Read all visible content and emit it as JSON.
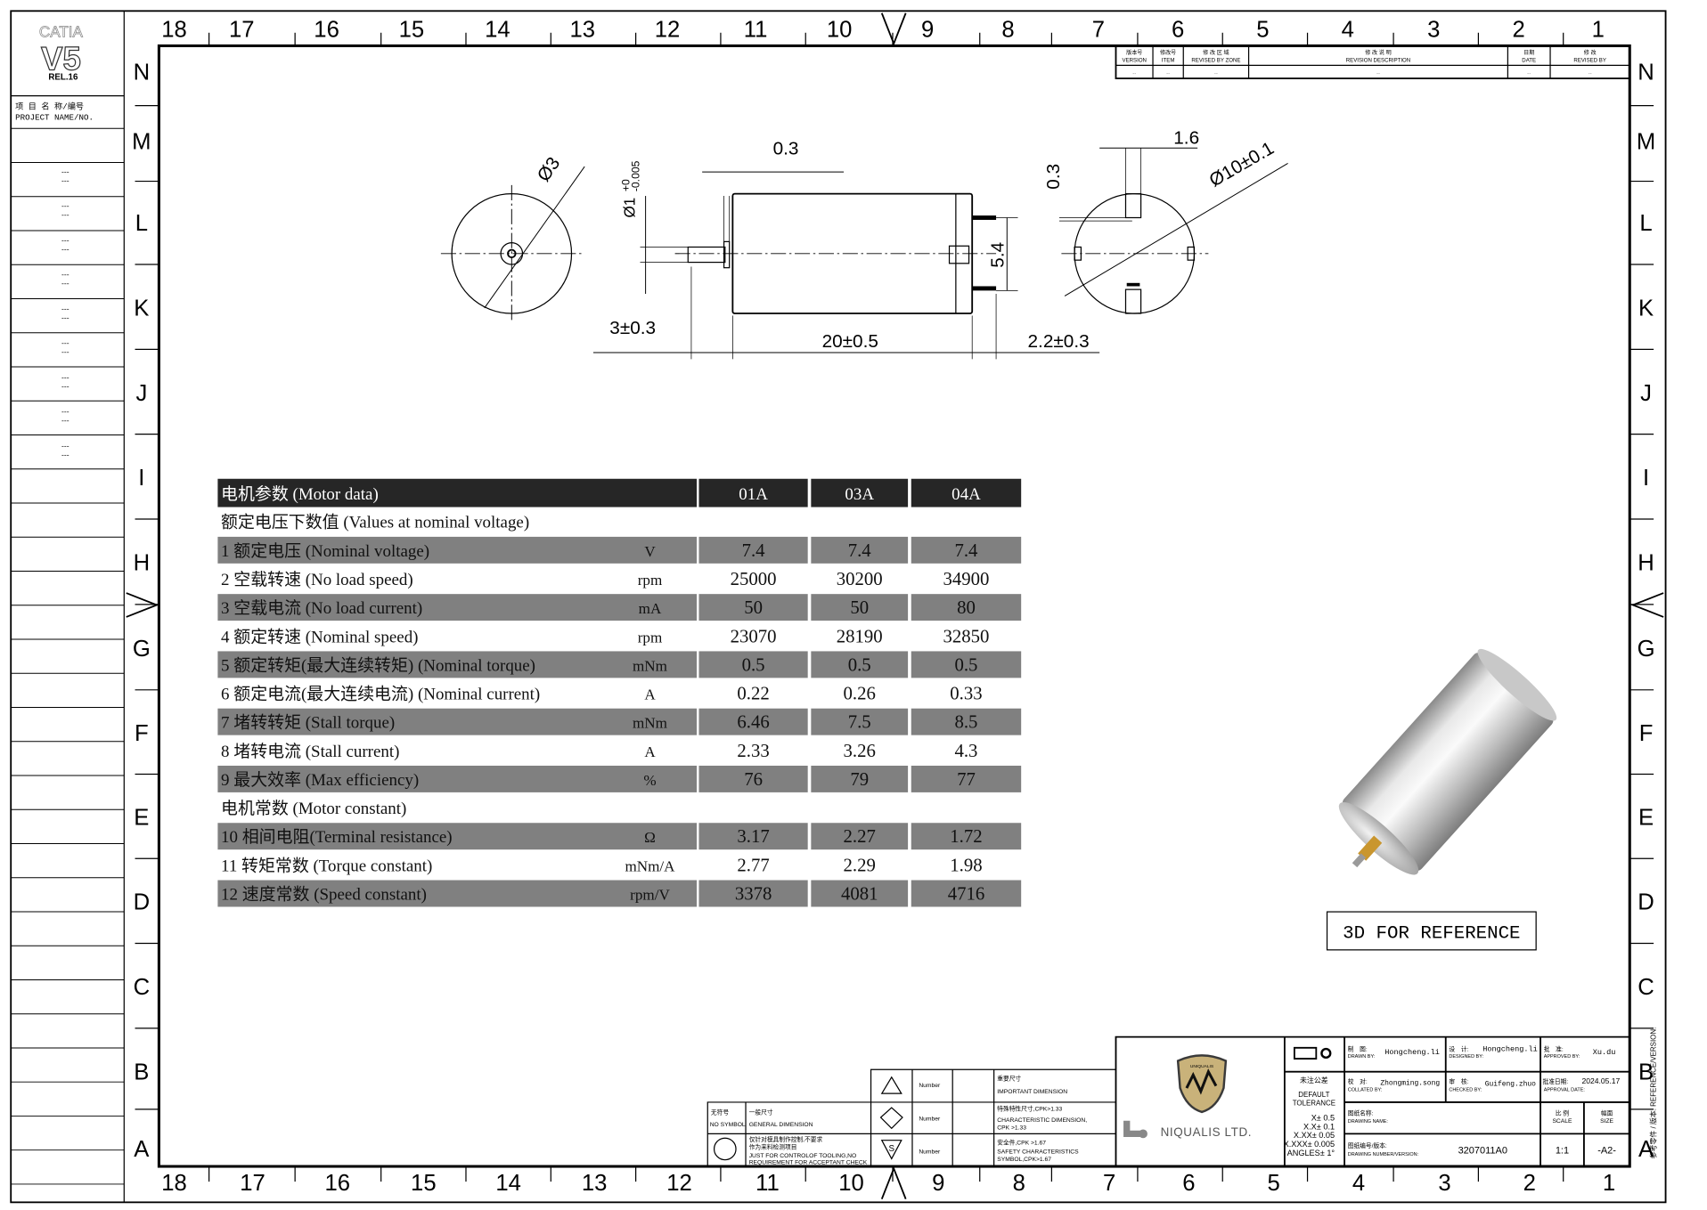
{
  "sheet": {
    "columns_top": [
      "18",
      "17",
      "16",
      "15",
      "14",
      "13",
      "12",
      "11",
      "10",
      "9",
      "8",
      "7",
      "6",
      "5",
      "4",
      "3",
      "2",
      "1"
    ],
    "rows": [
      "N",
      "M",
      "L",
      "K",
      "J",
      "I",
      "H",
      "G",
      "F",
      "E",
      "D",
      "C",
      "B",
      "A"
    ]
  },
  "catia": {
    "brand": "CATIA",
    "version": "V5",
    "release": "REL.16"
  },
  "project": {
    "label_cn": "项 目 名 称/编号",
    "label_en": "PROJECT NAME/NO.",
    "placeholder": "---"
  },
  "revision_table": {
    "headers": [
      {
        "cn": "版本号",
        "en": "VERSION"
      },
      {
        "cn": "修改号",
        "en": "ITEM"
      },
      {
        "cn": "修 改 区 域",
        "en": "REVISED BY ZONE"
      },
      {
        "cn": "修 改 说 明",
        "en": "REVISION DESCRIPTION"
      },
      {
        "cn": "日期",
        "en": "DATE"
      },
      {
        "cn": "修 改",
        "en": "REVISED BY"
      }
    ],
    "values": [
      "--",
      "--",
      "--",
      "--",
      "--",
      "--"
    ]
  },
  "dimensions": {
    "front_dia": "Ø3",
    "shaft_dia": "Ø1",
    "shaft_tol_upper": "+0",
    "shaft_tol_lower": "-0.005",
    "flange": "0.3",
    "shaft_len": "3±0.3",
    "body_len": "20±0.5",
    "terminal_len": "2.2±0.3",
    "terminal_pitch": "5.4",
    "terminal_width": "1.6",
    "terminal_thk": "0.3",
    "body_dia": "Ø10±0.1"
  },
  "motor_table": {
    "title": "电机参数 (Motor data)",
    "models": [
      "01A",
      "03A",
      "04A"
    ],
    "rows": [
      {
        "label": "额定电压下数值 (Values at nominal voltage)",
        "section": true
      },
      {
        "label": "1 额定电压 (Nominal voltage)",
        "unit": "V",
        "values": [
          "7.4",
          "7.4",
          "7.4"
        ],
        "shaded": true
      },
      {
        "label": "2 空载转速 (No load speed)",
        "unit": "rpm",
        "values": [
          "25000",
          "30200",
          "34900"
        ]
      },
      {
        "label": "3 空载电流 (No load current)",
        "unit": "mA",
        "values": [
          "50",
          "50",
          "80"
        ],
        "shaded": true
      },
      {
        "label": "4 额定转速 (Nominal speed)",
        "unit": "rpm",
        "values": [
          "23070",
          "28190",
          "32850"
        ]
      },
      {
        "label": "5 额定转矩(最大连续转矩) (Nominal torque)",
        "unit": "mNm",
        "values": [
          "0.5",
          "0.5",
          "0.5"
        ],
        "shaded": true
      },
      {
        "label": "6 额定电流(最大连续电流) (Nominal current)",
        "unit": "A",
        "values": [
          "0.22",
          "0.26",
          "0.33"
        ]
      },
      {
        "label": "7 堵转转矩 (Stall torque)",
        "unit": "mNm",
        "values": [
          "6.46",
          "7.5",
          "8.5"
        ],
        "shaded": true
      },
      {
        "label": "8 堵转电流 (Stall current)",
        "unit": "A",
        "values": [
          "2.33",
          "3.26",
          "4.3"
        ]
      },
      {
        "label": "9 最大效率 (Max efficiency)",
        "unit": "%",
        "values": [
          "76",
          "79",
          "77"
        ],
        "shaded": true
      },
      {
        "label": "  电机常数 (Motor constant)",
        "section": true
      },
      {
        "label": "10 相间电阻(Terminal resistance)",
        "unit": "Ω",
        "values": [
          "3.17",
          "2.27",
          "1.72"
        ],
        "shaded": true
      },
      {
        "label": "11 转矩常数 (Torque constant)",
        "unit": "mNm/A",
        "values": [
          "2.77",
          "2.29",
          "1.98"
        ]
      },
      {
        "label": "12 速度常数 (Speed constant)",
        "unit": "rpm/V",
        "values": [
          "3378",
          "4081",
          "4716"
        ],
        "shaded": true
      }
    ]
  },
  "reference": {
    "label": "3D FOR REFERENCE"
  },
  "symbols": {
    "no_symbol_cn": "无符号",
    "no_symbol_en": "NO SYMBOL",
    "general_cn": "一般尺寸",
    "general_en": "GENERAL DIMENSION",
    "tooling_cn1": "仅针对模具制作控制,不要求",
    "tooling_cn2": "作为来料检测项目",
    "tooling_en1": "JUST FOR CONTROLOF TOOLING,NO",
    "tooling_en2": "REQUIREMENT FOR ACCEPTANT CHECK",
    "number": "Number",
    "important_cn": "重要尺寸",
    "important_en": "IMPORTANT DIMENSION",
    "char_cn": "特殊特性尺寸,CPK>1.33",
    "char_en1": "CHARACTERISTIC DIMENSION,",
    "char_en2": "CPK >1.33",
    "safety_cn": "安全件,CPK >1.67",
    "safety_en1": "SAFETY CHARACTERISTICS",
    "safety_en2": "SYMBOL,CPK>1.67",
    "safety_letter": "S"
  },
  "title_block": {
    "company": "NIQUALIS LTD.",
    "logo_text": "UNIQUALIS",
    "tolerance_cn": "未注公差",
    "tolerance_en1": "DEFAULT",
    "tolerance_en2": "TOLERANCE",
    "tolerances": [
      "X± 0.5",
      "X.X± 0.1",
      "X.XX± 0.05",
      "X.XXX± 0.005",
      "ANGLES± 1°"
    ],
    "drawn_cn": "制　图:",
    "drawn_en": "DRAWN BY:",
    "drawn": "Hongcheng.li",
    "designed_cn": "设　计:",
    "designed_en": "DESIGNED BY:",
    "designed": "Hongcheng.li",
    "approved_cn": "批　准:",
    "approved_en": "APPROVED BY:",
    "approved": "Xu.du",
    "collated_cn": "校　对:",
    "collated_en": "COLLATED BY:",
    "collated": "Zhongming.song",
    "checked_cn": "审　核:",
    "checked_en": "CHECKED BY:",
    "checked": "Guifeng.zhuo",
    "approval_date_cn": "批准日期:",
    "approval_date_en": "APPROVAL DATE:",
    "approval_date": "2024.05.17",
    "drawing_name_cn": "图纸名称:",
    "drawing_name_en": "DRAWING NAME:",
    "scale_cn": "比 例",
    "scale_en": "SCALE",
    "scale": "1:1",
    "size_cn": "幅面",
    "size_en": "SIZE",
    "size": "-A2-",
    "drawing_no_cn": "图纸编号/版本:",
    "drawing_no_en": "DRAWING NUMBER/VERSION:",
    "drawing_no": "3207011A0",
    "reference_version": "参考零件 / 版本:  REFERENCE/VERSION:"
  }
}
